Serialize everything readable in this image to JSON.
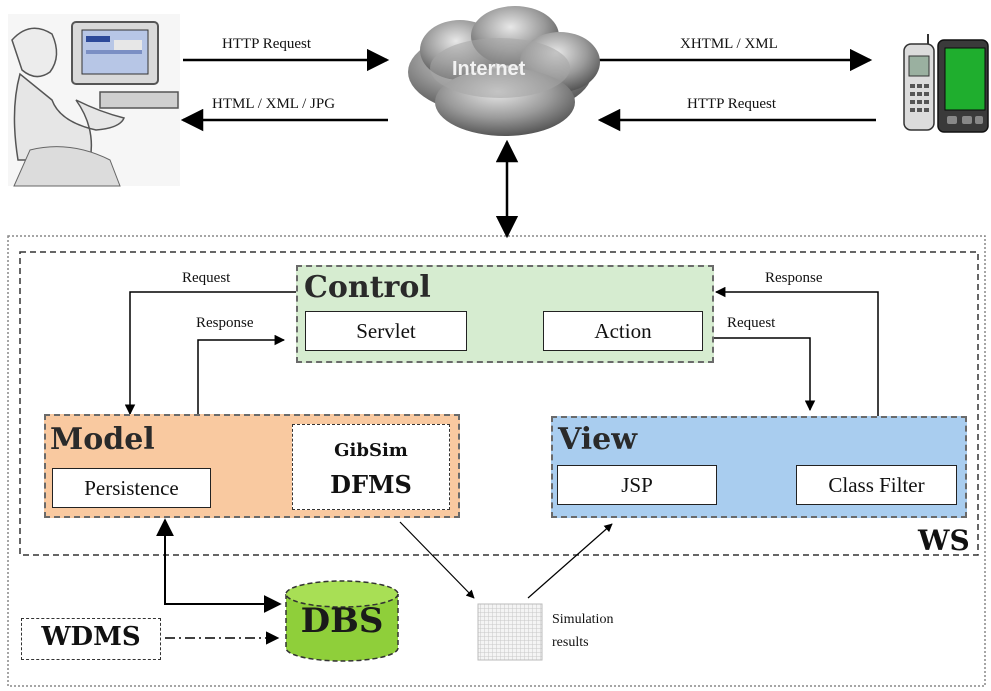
{
  "top": {
    "cloud_label": "Internet",
    "left_arrow_top": "HTTP Request",
    "left_arrow_bottom": "HTML / XML / JPG",
    "right_arrow_top": "XHTML / XML",
    "right_arrow_bottom": "HTTP Request"
  },
  "ws": {
    "label": "WS",
    "control": {
      "title": "Control",
      "servlet": "Servlet",
      "action": "Action"
    },
    "model": {
      "title": "Model",
      "persistence": "Persistence",
      "gibsim": "GibSim",
      "dfms": "DFMS"
    },
    "view": {
      "title": "View",
      "jsp": "JSP",
      "class_filter": "Class Filter"
    },
    "arrows": {
      "request_left": "Request",
      "response_left": "Response",
      "response_right": "Response",
      "request_right": "Request"
    }
  },
  "bottom": {
    "dbs": "DBS",
    "wdms": "WDMS",
    "simulation_line1": "Simulation",
    "simulation_line2": "results"
  },
  "colors": {
    "control_fill": "#d6ecd0",
    "model_fill": "#f9c9a0",
    "view_fill": "#a9cdef",
    "dbs_fill": "#8fcf3a"
  }
}
